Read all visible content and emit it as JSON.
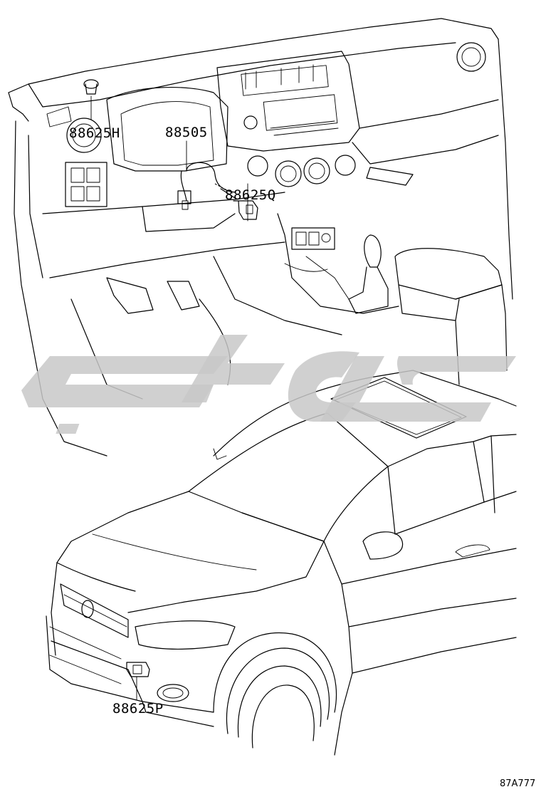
{
  "labels": {
    "p_88625h": "88625H",
    "p_88505": "88505",
    "p_88625q": "88625Q",
    "p_88625p": "88625P"
  },
  "figure_code": "87A777",
  "colors": {
    "line": "#000000",
    "watermark": "#c8c8c8",
    "background": "#ffffff"
  }
}
